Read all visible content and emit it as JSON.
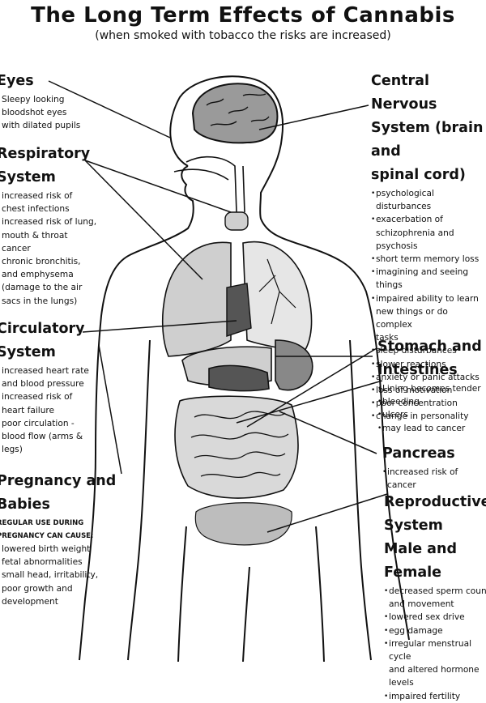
{
  "title": "The Long Term Effects of Cannabis",
  "subtitle": "(when smoked with tobacco the risks are increased)",
  "sections": {
    "eyes": {
      "heading": [
        "Eyes"
      ],
      "items": [
        "Sleepy looking",
        "bloodshot eyes",
        "with dilated pupils"
      ]
    },
    "respiratory": {
      "heading": [
        "Respiratory",
        "System"
      ],
      "items": [
        "increased risk of",
        "chest infections",
        "increased risk of lung,",
        "mouth & throat",
        "cancer",
        "chronic bronchitis,",
        "and emphysema",
        "(damage to the air",
        "sacs in the lungs)"
      ]
    },
    "circulatory": {
      "heading": [
        "Circulatory",
        "System"
      ],
      "items": [
        "increased heart rate",
        "and blood pressure",
        "increased risk of",
        "heart failure",
        "poor circulation -",
        "blood flow (arms &",
        "legs)"
      ]
    },
    "pregnancy": {
      "heading": [
        "Pregnancy and",
        "Babies"
      ],
      "notes": [
        "REGULAR USE DURING",
        "PREGNANCY CAN CAUSE:"
      ],
      "items": [
        "lowered birth weight",
        "fetal abnormalities",
        "small head, irritability,",
        "poor growth and",
        "development"
      ]
    },
    "cns": {
      "heading": [
        "Central Nervous",
        "System (brain and",
        "spinal cord)"
      ],
      "items": [
        "psychological disturbances",
        "exacerbation of",
        "schizophrenia and psychosis",
        "short term memory loss",
        "imagining and seeing things",
        "impaired ability to learn",
        "new things or do complex",
        "tasks",
        "sleep disturbances",
        "slower reactions",
        "anxiety or panic attacks",
        "loss of motivation",
        "poor concentration",
        "change in personality"
      ]
    },
    "stomach": {
      "heading": [
        "Stomach and",
        "Intestines"
      ],
      "items": [
        "Lining becomes tender",
        "bleeding",
        "ulcers",
        "may lead to cancer"
      ]
    },
    "pancreas": {
      "heading": [
        "Pancreas"
      ],
      "items": [
        "increased risk of cancer"
      ]
    },
    "reproductive": {
      "heading": [
        "Reproductive",
        "System",
        "Male and Female"
      ],
      "items": [
        "decreased sperm count",
        "and movement",
        "lowered sex drive",
        "egg damage",
        "irregular menstrual cycle",
        "and altered hormone",
        "levels",
        "impaired fertility"
      ]
    }
  },
  "colors": {
    "ink": "#111111",
    "brain": "#9a9a9a",
    "organ_light": "#cfcfcf",
    "organ_dark": "#555555",
    "uterus": "#bdbdbd"
  }
}
